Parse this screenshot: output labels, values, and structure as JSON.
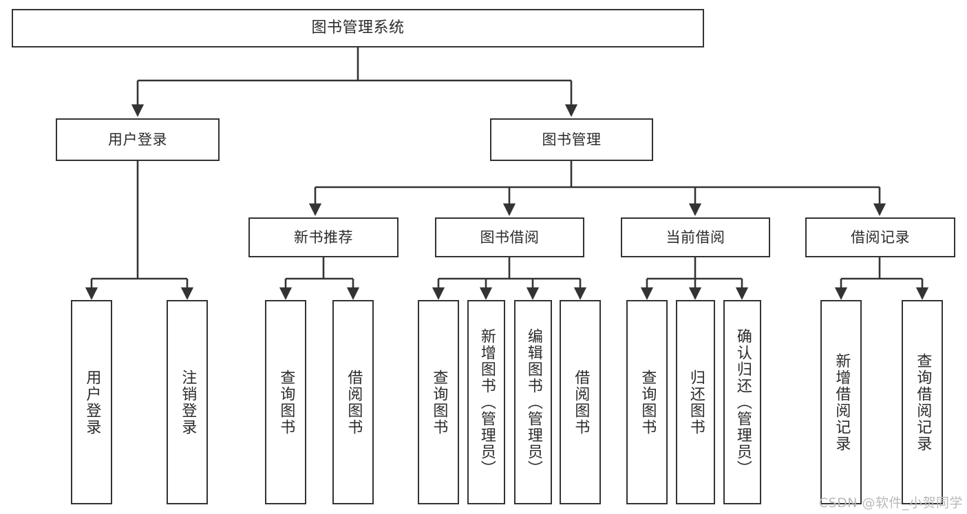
{
  "diagram": {
    "type": "tree-flowchart",
    "title": "图书管理系统",
    "watermark": "CSDN @软件_小贺同学",
    "line_color": "#333333",
    "box_fill": "#ffffff",
    "text_color": "#2b2b2b",
    "nodes": {
      "root": {
        "label": "图书管理系统",
        "level": 1
      },
      "l2": [
        {
          "id": "user-login",
          "label": "用户登录",
          "level": 2
        },
        {
          "id": "book-manage",
          "label": "图书管理",
          "level": 2
        }
      ],
      "l3": [
        {
          "id": "new-book-rec",
          "label": "新书推荐",
          "level": 3
        },
        {
          "id": "book-borrow",
          "label": "图书借阅",
          "level": 3
        },
        {
          "id": "current-borrow",
          "label": "当前借阅",
          "level": 3
        },
        {
          "id": "borrow-record",
          "label": "借阅记录",
          "level": 3
        }
      ],
      "leaves": [
        {
          "id": "leaf-user-login",
          "label": "用户登录",
          "parent": "user-login"
        },
        {
          "id": "leaf-user-logout",
          "label": "注销登录",
          "parent": "user-login"
        },
        {
          "id": "leaf-query-book-1",
          "label": "查询图书",
          "parent": "new-book-rec"
        },
        {
          "id": "leaf-borrow-book-1",
          "label": "借阅图书",
          "parent": "new-book-rec"
        },
        {
          "id": "leaf-query-book-2",
          "label": "查询图书",
          "parent": "book-borrow"
        },
        {
          "id": "leaf-add-book",
          "label": "新增图书（管理员）",
          "parent": "book-borrow"
        },
        {
          "id": "leaf-edit-book",
          "label": "编辑图书（管理员）",
          "parent": "book-borrow"
        },
        {
          "id": "leaf-borrow-book-2",
          "label": "借阅图书",
          "parent": "book-borrow"
        },
        {
          "id": "leaf-query-book-3",
          "label": "查询图书",
          "parent": "current-borrow"
        },
        {
          "id": "leaf-return-book",
          "label": "归还图书",
          "parent": "current-borrow"
        },
        {
          "id": "leaf-confirm-return",
          "label": "确认归还（管理员）",
          "parent": "current-borrow"
        },
        {
          "id": "leaf-add-record",
          "label": "新增借阅记录",
          "parent": "borrow-record"
        },
        {
          "id": "leaf-query-record",
          "label": "查询借阅记录",
          "parent": "borrow-record"
        }
      ]
    }
  }
}
